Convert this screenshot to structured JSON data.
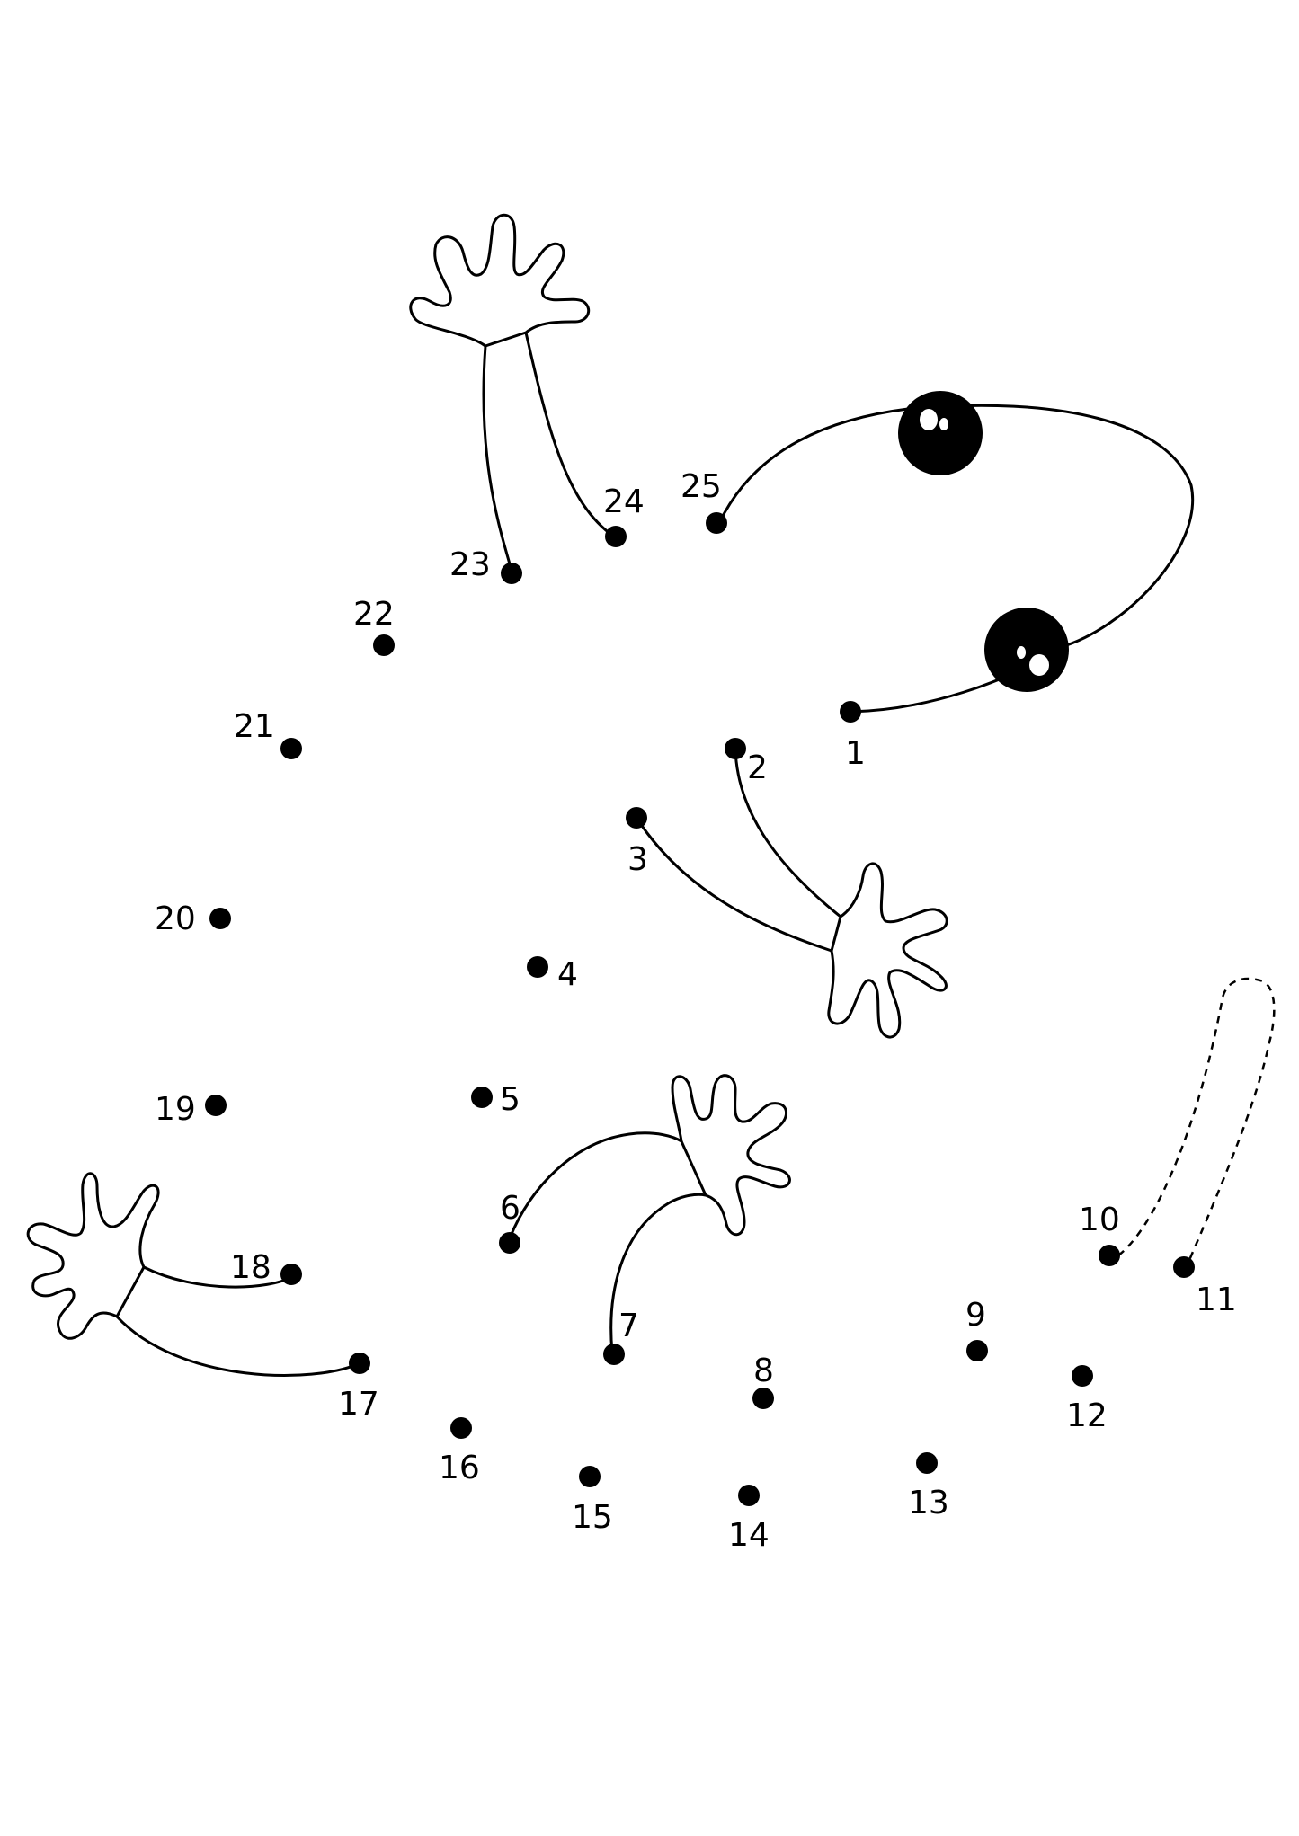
{
  "dots": [
    {
      "n": "1"
    },
    {
      "n": "2"
    },
    {
      "n": "3"
    },
    {
      "n": "4"
    },
    {
      "n": "5"
    },
    {
      "n": "6"
    },
    {
      "n": "7"
    },
    {
      "n": "8"
    },
    {
      "n": "9"
    },
    {
      "n": "10"
    },
    {
      "n": "11"
    },
    {
      "n": "12"
    },
    {
      "n": "13"
    },
    {
      "n": "14"
    },
    {
      "n": "15"
    },
    {
      "n": "16"
    },
    {
      "n": "17"
    },
    {
      "n": "18"
    },
    {
      "n": "19"
    },
    {
      "n": "20"
    },
    {
      "n": "21"
    },
    {
      "n": "22"
    },
    {
      "n": "23"
    },
    {
      "n": "24"
    },
    {
      "n": "25"
    }
  ],
  "colors": {
    "ink": "#000000",
    "paper": "#ffffff"
  }
}
